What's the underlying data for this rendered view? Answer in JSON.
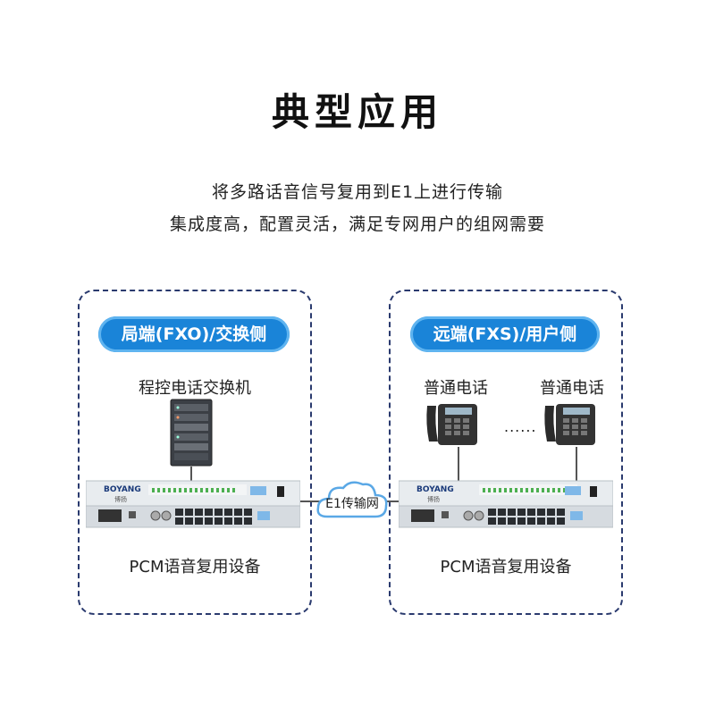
{
  "title": "典型应用",
  "subtitle_lines": [
    "将多路话音信号复用到E1上进行传输",
    "集成度高，配置灵活，满足专网用户的组网需要"
  ],
  "left_panel": {
    "badge": "局端(FXO)/交换侧",
    "equipment_label": "程控电话交换机",
    "device_brand": "BOYANG",
    "device_brand_sub": "博扬",
    "device_label": "PCM语音复用设备"
  },
  "right_panel": {
    "badge": "远端(FXS)/用户侧",
    "phone_labels": [
      "普通电话",
      "普通电话"
    ],
    "ellipsis": "......",
    "device_brand": "BOYANG",
    "device_brand_sub": "博扬",
    "device_label": "PCM语音复用设备"
  },
  "network_label": "E1传输网",
  "colors": {
    "badge_blue": "#1a84d8",
    "panel_border": "#2a3a6e",
    "cloud_stroke": "#5aa8e6"
  }
}
